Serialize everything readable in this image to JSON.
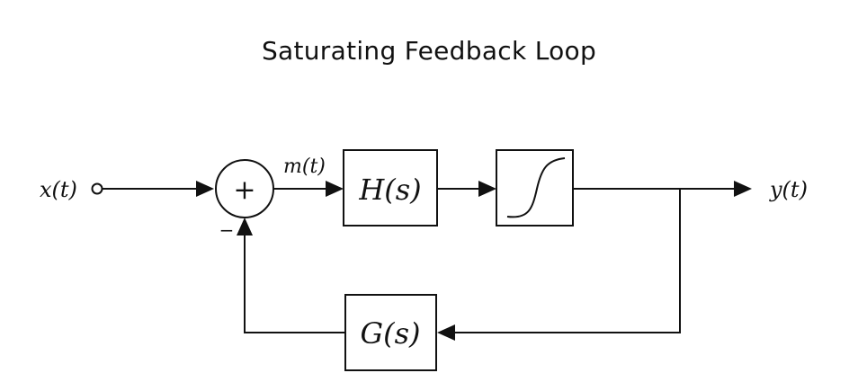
{
  "title": "Saturating Feedback Loop",
  "signals": {
    "input": "x(t)",
    "intermediate": "m(t)",
    "output": "y(t)"
  },
  "blocks": {
    "forward": "H(s)",
    "feedback": "G(s)",
    "nonlinearity": "saturation-curve-icon"
  },
  "summing_junction": {
    "plus": "+",
    "minus": "−"
  }
}
